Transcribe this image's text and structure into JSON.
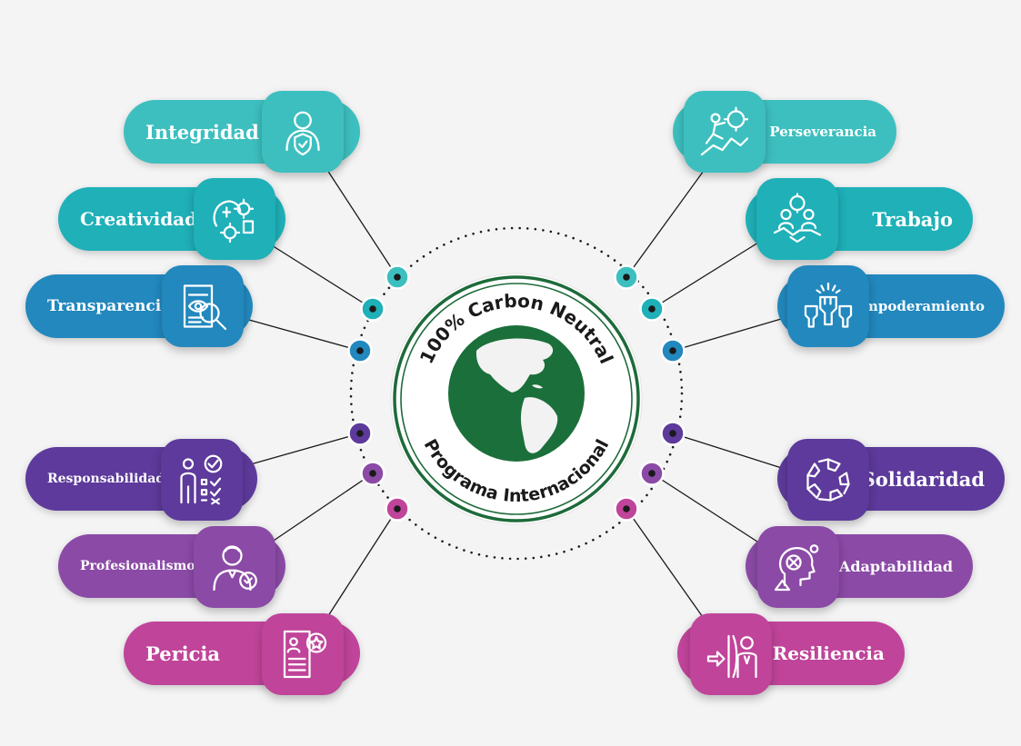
{
  "seal": {
    "top_text": "100% Carbon Neutral",
    "bottom_text": "Programa Internacional",
    "ring_color": "#1d6b3a",
    "globe_color": "#1b6f3a",
    "land_color": "#f2f2f2"
  },
  "values": {
    "left": [
      {
        "label": "Integridad",
        "color": "#3dbfbf",
        "icon": "person-shield-icon"
      },
      {
        "label": "Creatividad",
        "color": "#1fb0b8",
        "icon": "creative-mind-gears-icon"
      },
      {
        "label": "Transparencia",
        "color": "#2288be",
        "icon": "document-magnifier-eye-icon"
      },
      {
        "label": "Responsabilidad",
        "color": "#5d3a9b",
        "icon": "person-checklist-icon"
      },
      {
        "label": "Profesionalismo",
        "color": "#8b4aa6",
        "icon": "professional-person-badge-icon"
      },
      {
        "label": "Pericia",
        "color": "#c0449a",
        "icon": "certificate-star-icon"
      }
    ],
    "right": [
      {
        "label": "Perseverancia",
        "color": "#3dbfbf",
        "icon": "climber-gear-icon"
      },
      {
        "label": "Trabajo",
        "color": "#1fb0b8",
        "icon": "teamwork-handshake-icon"
      },
      {
        "label": "Empoderamiento",
        "color": "#2288be",
        "icon": "raised-fists-icon"
      },
      {
        "label": "Solidaridad",
        "color": "#5d3a9b",
        "icon": "circle-of-hands-icon"
      },
      {
        "label": "Adaptabilidad",
        "color": "#8b4aa6",
        "icon": "adaptive-mind-icon"
      },
      {
        "label": "Resiliencia",
        "color": "#c0449a",
        "icon": "resilient-person-shield-icon"
      }
    ]
  }
}
